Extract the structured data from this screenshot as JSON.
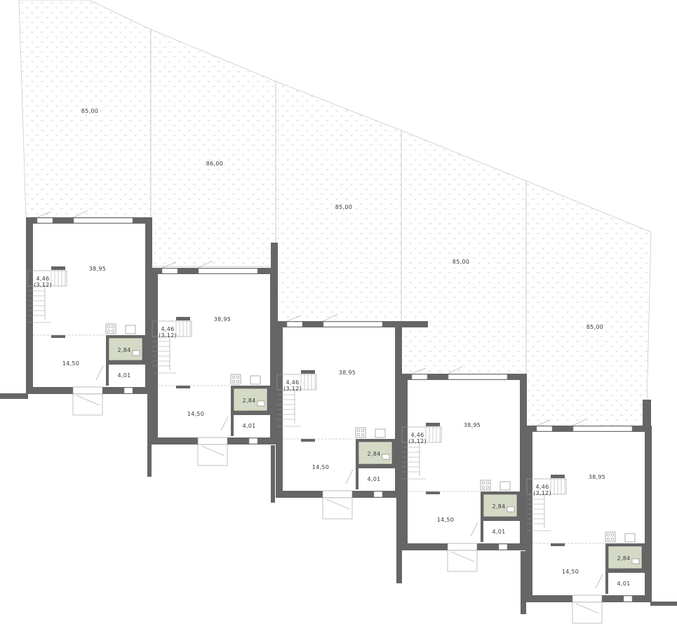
{
  "plan": {
    "gardens": [
      {
        "area": "85,00"
      },
      {
        "area": "86,00"
      },
      {
        "area": "85,00"
      },
      {
        "area": "85,00"
      },
      {
        "area": "85,00"
      }
    ],
    "units": [
      {
        "living": "38,95",
        "stair": "4,46",
        "stair_sub": "(3,12)",
        "bath": "2,84",
        "kitchen": "14,50",
        "hall": "4,01"
      },
      {
        "living": "38,95",
        "stair": "4,46",
        "stair_sub": "(3,12)",
        "bath": "2,84",
        "kitchen": "14,50",
        "hall": "4,01"
      },
      {
        "living": "38,95",
        "stair": "4,46",
        "stair_sub": "(3,12)",
        "bath": "2,84",
        "kitchen": "14,50",
        "hall": "4,01"
      },
      {
        "living": "38,95",
        "stair": "4,46",
        "stair_sub": "(3,12)",
        "bath": "2,84",
        "kitchen": "14,50",
        "hall": "4,01"
      },
      {
        "living": "38,95",
        "stair": "4,46",
        "stair_sub": "(3,12)",
        "bath": "2,84",
        "kitchen": "14,50",
        "hall": "4,01"
      }
    ],
    "colors": {
      "wall": "#666666",
      "bathroom": "#d4dac6",
      "garden_dots": "#c9c9c9"
    }
  }
}
